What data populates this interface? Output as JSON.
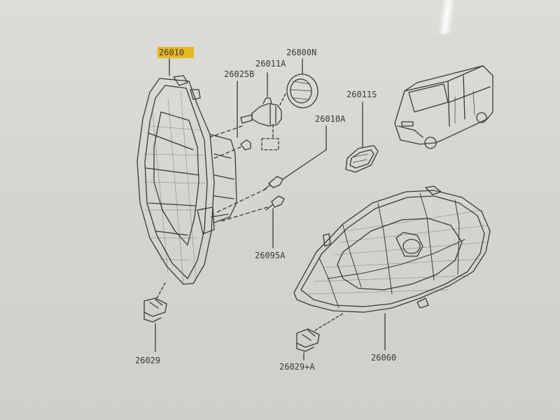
{
  "labels": {
    "p26010": "26010",
    "p26025B": "26025B",
    "p26011A": "26011A",
    "p26800N": "26800N",
    "p26011S": "26011S",
    "p26010A": "26010A",
    "p26095A": "26095A",
    "p26029": "26029",
    "p26029A": "26029+A",
    "p26060": "26060"
  },
  "colors": {
    "highlight": "#e8b820",
    "line": "#3a3a3a",
    "background": "#d8d8d4"
  }
}
